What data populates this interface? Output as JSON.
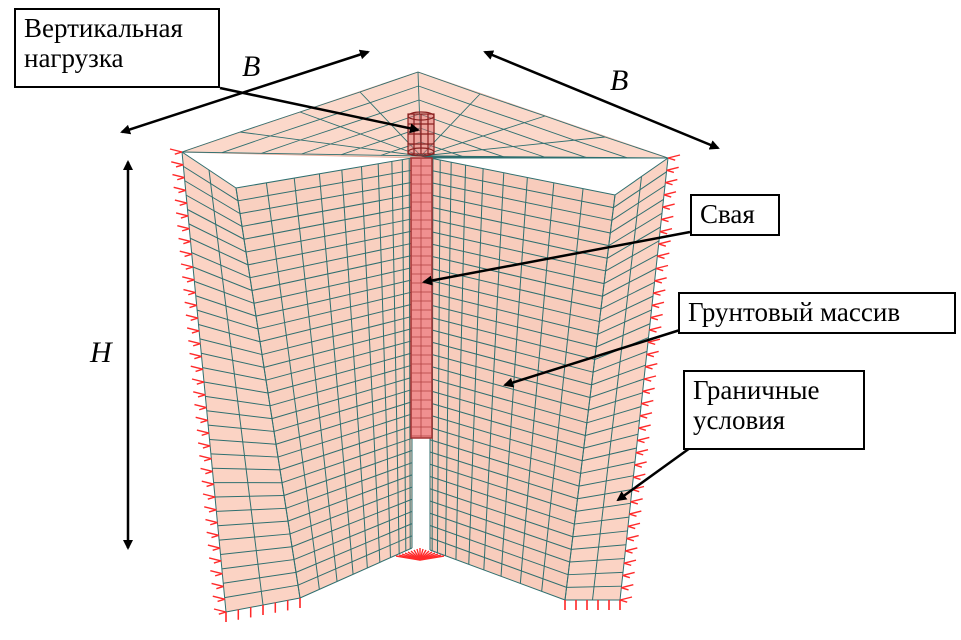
{
  "labels": {
    "vertical_load": [
      "Вертикальная",
      "нагрузка"
    ],
    "pile": "Свая",
    "soil_mass": "Грунтовый массив",
    "boundary": [
      "Граничные",
      "условия"
    ]
  },
  "dimensions": {
    "width_left": "B",
    "width_right": "B",
    "height": "H"
  },
  "colors": {
    "soil_fill": "#f9d0c0",
    "soil_fill_dark": "#f4c2b0",
    "mesh": "#2f6f6f",
    "pile_fill": "#f09090",
    "pile_stroke": "#a03030",
    "constraint": "#ff2a2a",
    "arrow": "#000000"
  }
}
